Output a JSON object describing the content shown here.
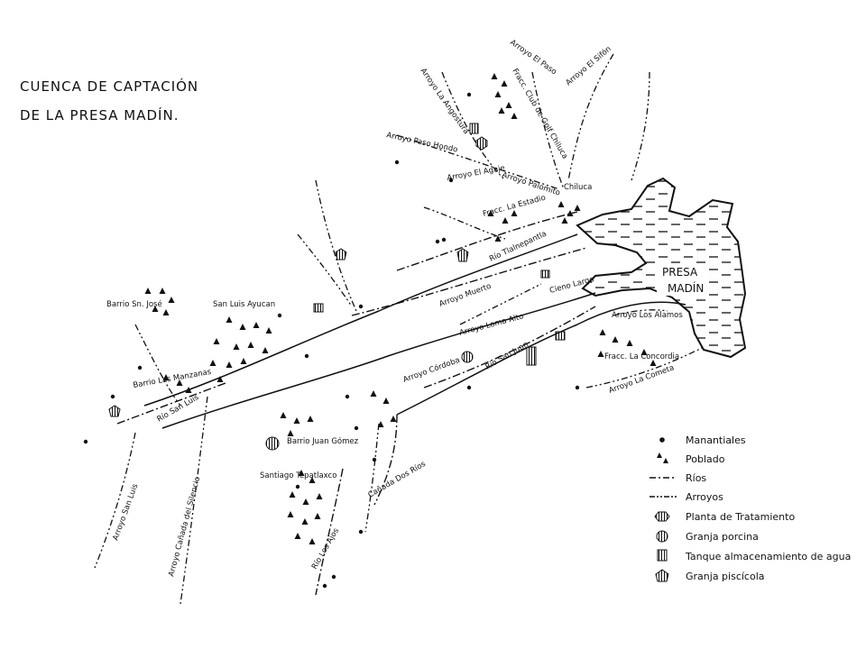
{
  "title": {
    "line1": "CUENCA DE CAPTACIÓN",
    "line2": "DE LA PRESA MADÍN."
  },
  "reservoir": {
    "line1": "PRESA",
    "line2": "MADÍN"
  },
  "labels": {
    "arroyo_el_paso": "Arroyo El Paso",
    "arroyo_el_sifon": "Arroyo El Sifón",
    "arroyo_la_angostura": "Arroyo La Angostura",
    "fracc_club_golf": "Fracc. Club de Golf Chiluca",
    "arroyo_paso_hondo": "Arroyo Paso Hondo",
    "arroyo_el_agaje": "Arroyo El Agaje",
    "arroyo_palomito": "Arroyo Palomito",
    "chiluca": "Chiluca",
    "fracc_la_estadio": "Fracc. La Estadio",
    "rio_tlalnepantla": "Río Tlalnepantla",
    "arroyo_muerto": "Arroyo Muerto",
    "cieno_largo": "Cieno Largo",
    "barrio_san_jose": "Barrio Sn. José",
    "san_luis_ayucan": "San Luis Ayucan",
    "arroyo_loma_alto": "Arroyo Loma Alto",
    "rio_san_juan": "Río San Juan",
    "arroyo_los_alamos": "Arroyo Los Alamos",
    "fracc_la_concordia": "Fracc. La Concordia",
    "arroyo_la_cometa": "Arroyo La Cometa",
    "barrio_las_manzanas": "Barrio Las Manzanas",
    "rio_san_luis": "Río San Luis",
    "arroyo_cordoba": "Arroyo Córdoba",
    "barrio_juan_gomez": "Barrio Juan Gómez",
    "arroyo_san_luis": "Arroyo San Luis",
    "arroyo_canada_silencio": "Arroyo Cañada del Silencio",
    "santiago_tepatlaxco": "Santiago Tepatlaxco",
    "canada_dos_rios": "Cañada Dos Ríos",
    "rio_los_ajos": "Río Los Ajos"
  },
  "legend": {
    "items": [
      {
        "label": "Manantiales",
        "icon": "dot-icon"
      },
      {
        "label": "Poblado",
        "icon": "triangles-icon"
      },
      {
        "label": "Ríos",
        "icon": "dash-dot-line-icon"
      },
      {
        "label": "Arroyos",
        "icon": "dash-dot-dot-line-icon"
      },
      {
        "label": "Planta de Tratamiento",
        "icon": "octagon-icon"
      },
      {
        "label": "Granja porcina",
        "icon": "hatched-circle-icon"
      },
      {
        "label": "Tanque almacenamiento de agua",
        "icon": "hatched-square-icon"
      },
      {
        "label": "Granja piscícola",
        "icon": "hatched-pentagon-icon"
      }
    ]
  }
}
